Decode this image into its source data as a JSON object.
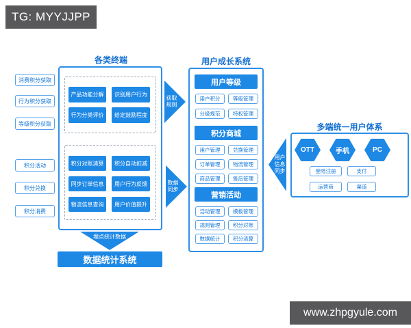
{
  "header": {
    "badge": "TG: MYYJJPP"
  },
  "watermark": {
    "url": "www.zhpgyule.com"
  },
  "colors": {
    "primary_blue": "#1e88e5",
    "outline_blue": "#55a1e9",
    "text_blue": "#1477d8",
    "dark_gray": "#58585a"
  },
  "left_column": {
    "items": [
      "消费积分获取",
      "行为积分获取",
      "等级积分获取",
      "积分活动",
      "积分兑换",
      "积分消费"
    ]
  },
  "terminals": {
    "title": "各类终端",
    "group1": [
      "产品功能分解",
      "识别用户行为",
      "行为分类评价",
      "给定鼓励程度"
    ],
    "group2": [
      "积分对账清算",
      "积分自动扣减",
      "同步订单信息",
      "用户行为反馈",
      "物流信息查询",
      "用户价值提升"
    ]
  },
  "arrows": {
    "acquire_rules": "获取规则",
    "data_sync": "数据同步",
    "tracking_data": "埋点统计数据",
    "user_info_sync": "用户信息同步"
  },
  "growth_system": {
    "title": "用户成长系统",
    "sections": [
      {
        "header": "用户等级",
        "items": [
          "用户积分",
          "等级管理",
          "分级规范",
          "特权管理"
        ]
      },
      {
        "header": "积分商城",
        "items": [
          "用户管理",
          "兑换管理",
          "订单管理",
          "物流管理",
          "商品管理",
          "售后管理"
        ]
      },
      {
        "header": "营销活动",
        "items": [
          "活动管理",
          "模板管理",
          "规则管理",
          "积分对账",
          "数据统计",
          "积分清算"
        ]
      }
    ]
  },
  "stats_system": {
    "label": "数据统计系统"
  },
  "unified_users": {
    "title": "多端统一用户体系",
    "hexagons": [
      "OTT",
      "手机",
      "PC"
    ],
    "items": [
      "登陆注册",
      "支付",
      "运营商",
      "渠道"
    ]
  }
}
